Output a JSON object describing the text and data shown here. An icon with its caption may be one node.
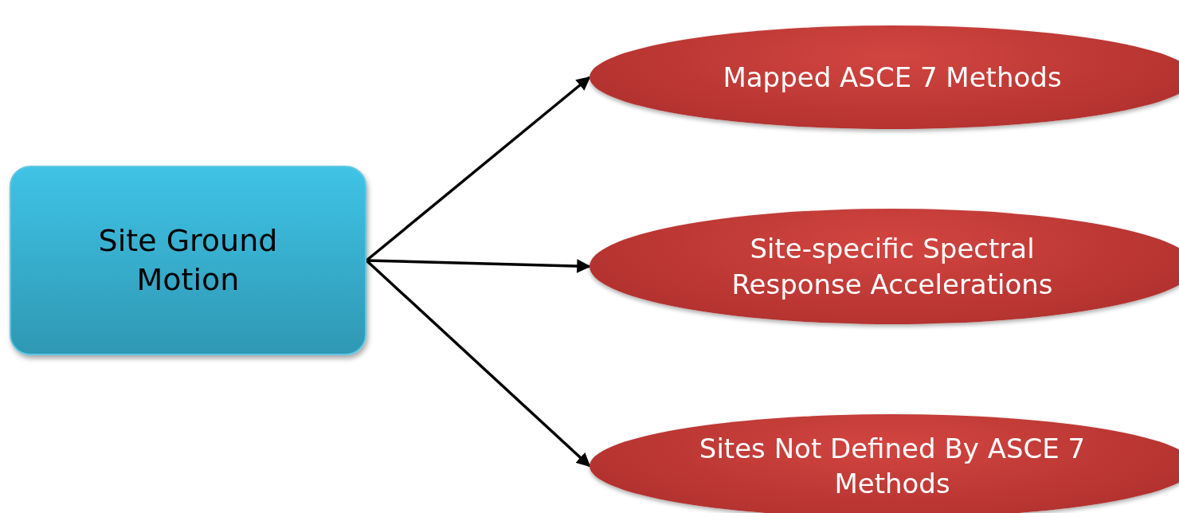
{
  "diagram": {
    "nodes": [
      {
        "text": [
          "Site Ground Motion"
        ]
      },
      {
        "text": [
          "Mapped ASCE 7 Methods"
        ]
      },
      {
        "text": [
          "Site-specific Spectral Response Accelerations"
        ]
      },
      {
        "text": [
          "Sites Not Defined By ASCE 7 Methods"
        ]
      }
    ],
    "edges": [
      {
        "from": 0,
        "to": 1,
        "arrow": "to"
      },
      {
        "from": 0,
        "to": 2,
        "arrow": "to"
      },
      {
        "from": 0,
        "to": 3,
        "arrow": "to"
      }
    ]
  }
}
